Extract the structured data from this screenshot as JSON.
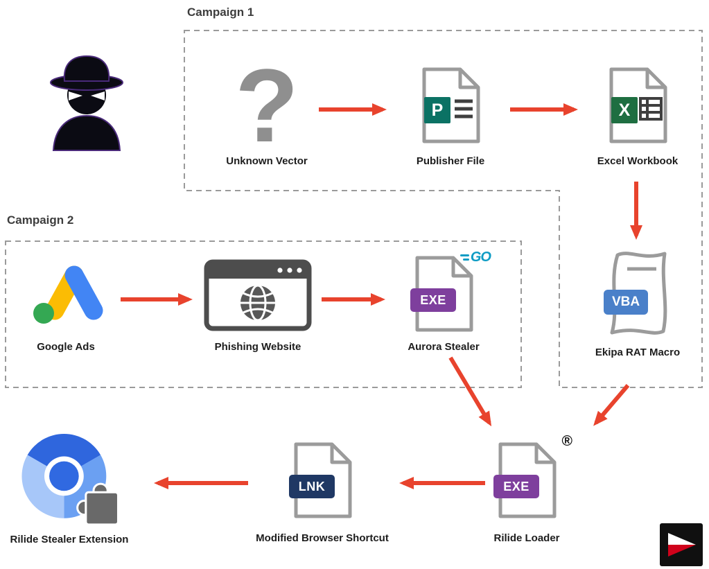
{
  "groups": {
    "campaign1": {
      "label": "Campaign 1"
    },
    "campaign2": {
      "label": "Campaign 2"
    }
  },
  "nodes": {
    "threat_actor": {
      "icon": "hacker-spy-icon"
    },
    "unknown_vector": {
      "label": "Unknown Vector",
      "glyph": "?"
    },
    "publisher_file": {
      "label": "Publisher File",
      "badge": "P"
    },
    "excel_workbook": {
      "label": "Excel Workbook",
      "badge": "X"
    },
    "ekipa_rat_macro": {
      "label": "Ekipa RAT Macro",
      "badge": "VBA"
    },
    "google_ads": {
      "label": "Google Ads"
    },
    "phishing_website": {
      "label": "Phishing Website"
    },
    "aurora_stealer": {
      "label": "Aurora Stealer",
      "badge": "EXE",
      "go_mark": "GO"
    },
    "rilide_loader": {
      "label": "Rilide Loader",
      "badge": "EXE",
      "registered_mark": "®"
    },
    "modified_browser_shortcut": {
      "label": "Modified Browser Shortcut",
      "badge": "LNK"
    },
    "rilide_stealer_extension": {
      "label": "Rilide Stealer Extension"
    }
  },
  "edges": [
    {
      "from": "unknown_vector",
      "to": "publisher_file"
    },
    {
      "from": "publisher_file",
      "to": "excel_workbook"
    },
    {
      "from": "excel_workbook",
      "to": "ekipa_rat_macro"
    },
    {
      "from": "google_ads",
      "to": "phishing_website"
    },
    {
      "from": "phishing_website",
      "to": "aurora_stealer"
    },
    {
      "from": "aurora_stealer",
      "to": "rilide_loader"
    },
    {
      "from": "ekipa_rat_macro",
      "to": "rilide_loader"
    },
    {
      "from": "rilide_loader",
      "to": "modified_browser_shortcut"
    },
    {
      "from": "modified_browser_shortcut",
      "to": "rilide_stealer_extension"
    }
  ],
  "colors": {
    "arrow_red": "#e8432d",
    "boundary_gray": "#9a9a9a",
    "doc_outline_gray": "#9b9b9b",
    "publisher_teal": "#0b7264",
    "excel_green": "#1e6e41",
    "vba_blue": "#4a80c9",
    "exe_purple": "#7e3f9d",
    "lnk_navy": "#1f3864",
    "google_yellow": "#fbbc04",
    "google_blue": "#4285f4",
    "google_green": "#34a853",
    "go_blue": "#0e9cc4",
    "chromium_blue": "#4580ee",
    "brand_red": "#d0021b"
  }
}
